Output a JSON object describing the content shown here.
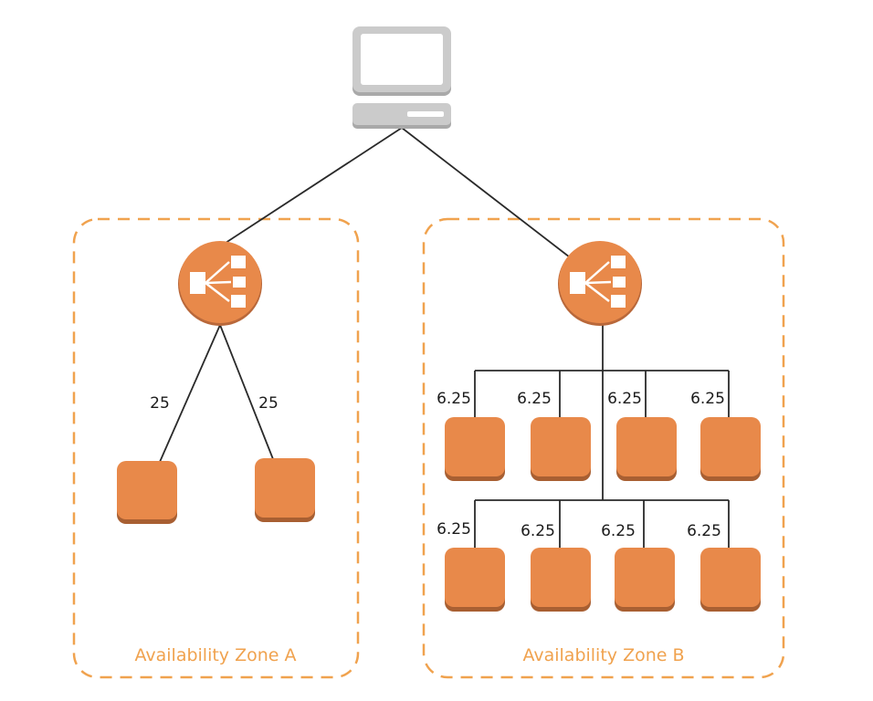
{
  "diagram": {
    "client": {
      "name": "client-computer",
      "icon": "desktop-computer-icon"
    },
    "zones": [
      {
        "id": "A",
        "label": "Availability Zone A",
        "load_balancer": {
          "icon": "load-balancer-icon"
        },
        "instances": [
          {
            "weight": "25"
          },
          {
            "weight": "25"
          }
        ]
      },
      {
        "id": "B",
        "label": "Availability Zone B",
        "load_balancer": {
          "icon": "load-balancer-icon"
        },
        "instances": [
          {
            "weight": "6.25"
          },
          {
            "weight": "6.25"
          },
          {
            "weight": "6.25"
          },
          {
            "weight": "6.25"
          },
          {
            "weight": "6.25"
          },
          {
            "weight": "6.25"
          },
          {
            "weight": "6.25"
          },
          {
            "weight": "6.25"
          }
        ]
      }
    ],
    "colors": {
      "instance": "#e8894a",
      "instance_shadow": "#a85f32",
      "load_balancer": "#e8894a",
      "zone_border": "#f0a24e",
      "computer": "#c8c8c8",
      "line": "#2a2a2a"
    }
  }
}
